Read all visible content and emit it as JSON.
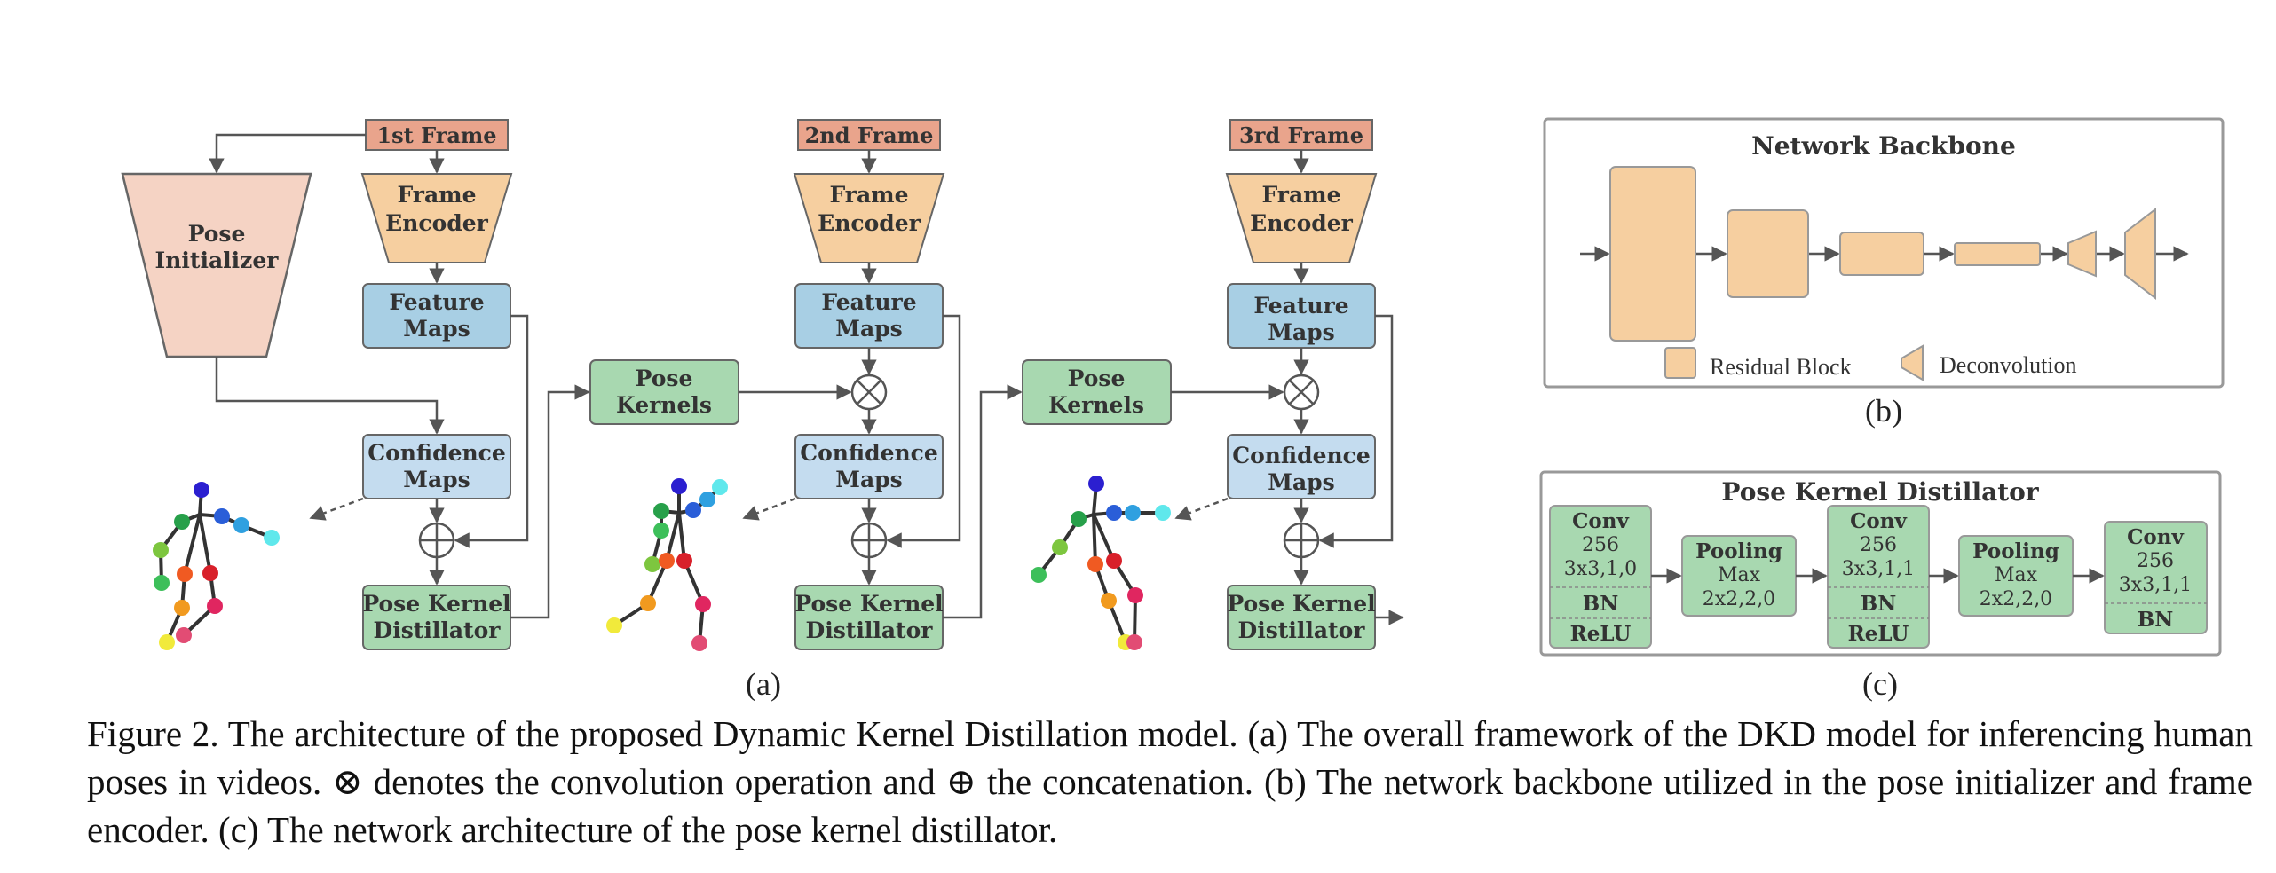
{
  "panel_a": {
    "frame1": "1st Frame",
    "frame2": "2nd Frame",
    "frame3": "3rd Frame",
    "pose_initializer_l1": "Pose",
    "pose_initializer_l2": "Initializer",
    "frame_encoder_l1": "Frame",
    "frame_encoder_l2": "Encoder",
    "feature_maps_l1": "Feature",
    "feature_maps_l2": "Maps",
    "confidence_maps_l1": "Confidence",
    "confidence_maps_l2": "Maps",
    "pose_kernel_distillator_l1": "Pose Kernel",
    "pose_kernel_distillator_l2": "Distillator",
    "pose_kernels_l1": "Pose",
    "pose_kernels_l2": "Kernels",
    "caption_letter": "(a)"
  },
  "panel_b": {
    "title": "Network Backbone",
    "legend_residual": "Residual Block",
    "legend_deconv": "Deconvolution",
    "caption_letter": "(b)"
  },
  "panel_c": {
    "title": "Pose Kernel Distillator",
    "conv": "Conv",
    "conv_channels": "256",
    "conv1_params": "3x3,1,0",
    "conv2_params": "3x3,1,1",
    "conv3_params": "3x3,1,1",
    "bn": "BN",
    "relu": "ReLU",
    "pooling": "Pooling",
    "max": "Max",
    "pool_params": "2x2,2,0",
    "caption_letter": "(c)"
  },
  "caption": {
    "text": "Figure 2. The architecture of the proposed Dynamic Kernel Distillation model. (a) The overall framework of the DKD model for inferencing human poses in videos. ⊗ denotes the convolution operation and ⊕ the concatenation. (b) The network backbone utilized in the pose initializer and frame encoder. (c) The network architecture of the pose kernel distillator."
  },
  "colors": {
    "frame": "#e9a48c",
    "encoder": "#f6cfa0",
    "pose_initializer": "#f5d3c4",
    "feature_maps": "#a8cfe4",
    "confidence_maps": "#c4dcef",
    "green": "#a8d8b0",
    "backbone_block": "#f6cfa0",
    "stroke": "#555555"
  }
}
